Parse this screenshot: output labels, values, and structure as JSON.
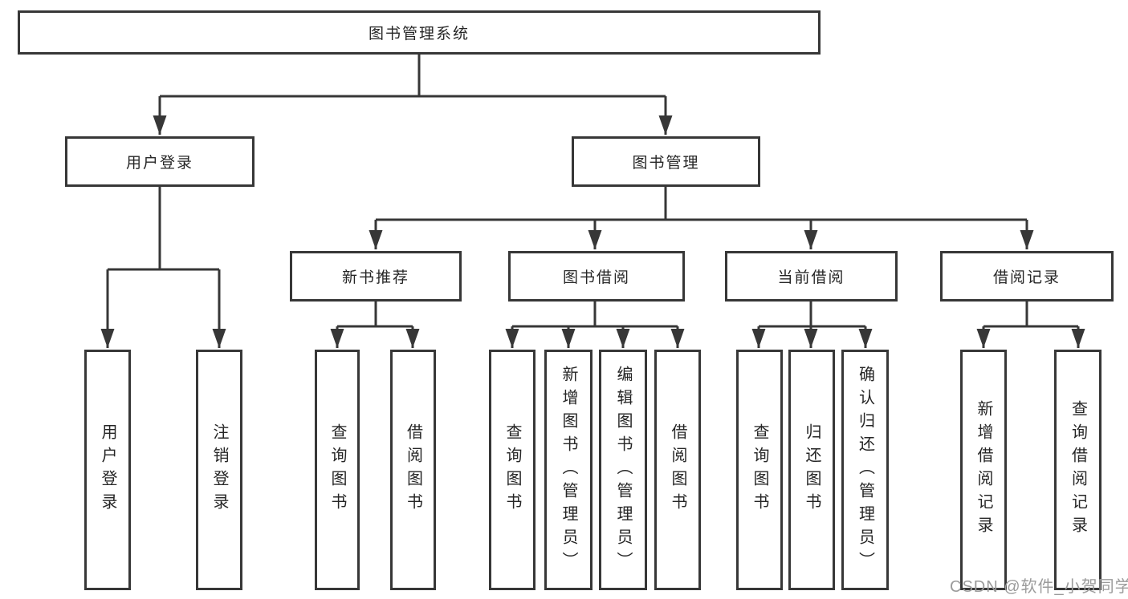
{
  "diagram": {
    "type": "hierarchy-tree",
    "colors": {
      "line": "#373737",
      "box_border": "#373737",
      "box_fill": "#ffffff",
      "text": "#262626",
      "watermark": "#9b9b9b",
      "background": "#ffffff"
    },
    "tree": {
      "label": "图书管理系统",
      "children": [
        {
          "label": "用户登录",
          "children": [
            {
              "label": "用户登录"
            },
            {
              "label": "注销登录"
            }
          ]
        },
        {
          "label": "图书管理",
          "children": [
            {
              "label": "新书推荐",
              "children": [
                {
                  "label": "查询图书"
                },
                {
                  "label": "借阅图书"
                }
              ]
            },
            {
              "label": "图书借阅",
              "children": [
                {
                  "label": "查询图书"
                },
                {
                  "label": "新增图书（管理员）"
                },
                {
                  "label": "编辑图书（管理员）"
                },
                {
                  "label": "借阅图书"
                }
              ]
            },
            {
              "label": "当前借阅",
              "children": [
                {
                  "label": "查询图书"
                },
                {
                  "label": "归还图书"
                },
                {
                  "label": "确认归还（管理员）"
                }
              ]
            },
            {
              "label": "借阅记录",
              "children": [
                {
                  "label": "新增借阅记录"
                },
                {
                  "label": "查询借阅记录"
                }
              ]
            }
          ]
        }
      ]
    },
    "watermark": {
      "text": "CSDN @软件_小贺同学"
    }
  }
}
